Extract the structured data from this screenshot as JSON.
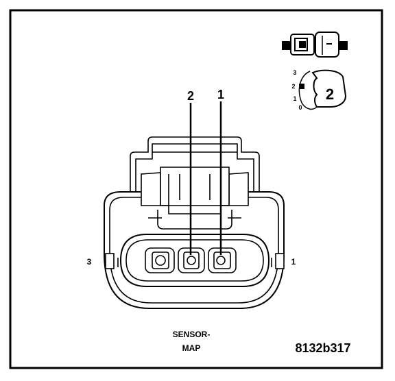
{
  "callouts": {
    "top_right": "1",
    "top_left": "2"
  },
  "side_labels": {
    "left": "3",
    "right": "1"
  },
  "inset": {
    "lock_scale": [
      "3",
      "2",
      "1",
      "0"
    ],
    "lock_badge": "2"
  },
  "caption": {
    "line1": "SENSOR-",
    "line2": "MAP"
  },
  "figure_id": "8132b317"
}
